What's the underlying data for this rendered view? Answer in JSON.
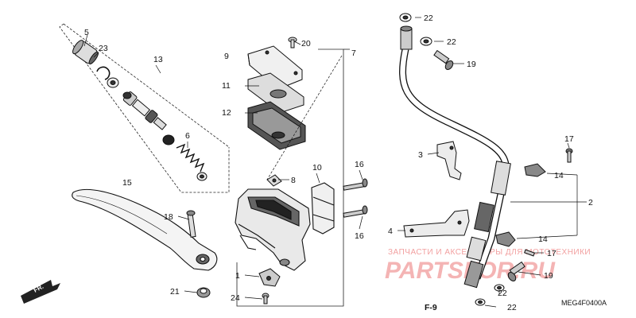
{
  "parts": {
    "p1": "1",
    "p2": "2",
    "p3": "3",
    "p4": "4",
    "p5": "5",
    "p6": "6",
    "p7": "7",
    "p8": "8",
    "p9": "9",
    "p10": "10",
    "p11": "11",
    "p12": "12",
    "p13": "13",
    "p14a": "14",
    "p14b": "14",
    "p15": "15",
    "p16a": "16",
    "p16b": "16",
    "p17a": "17",
    "p17b": "17",
    "p18": "18",
    "p19a": "19",
    "p19b": "19",
    "p20": "20",
    "p21": "21",
    "p22a": "22",
    "p22b": "22",
    "p22c": "22",
    "p22d": "22",
    "p23": "23",
    "p24": "24"
  },
  "frame_ref": "F-9",
  "diagram_code": "MEG4F0400A",
  "fr_arrow": "FR.",
  "watermark": {
    "line1": "ЗАПЧАСТИ И АКСЕССУАРЫ ДЛЯ МОТОТЕХНИКИ",
    "logo": "PARTSFOR.RU"
  }
}
